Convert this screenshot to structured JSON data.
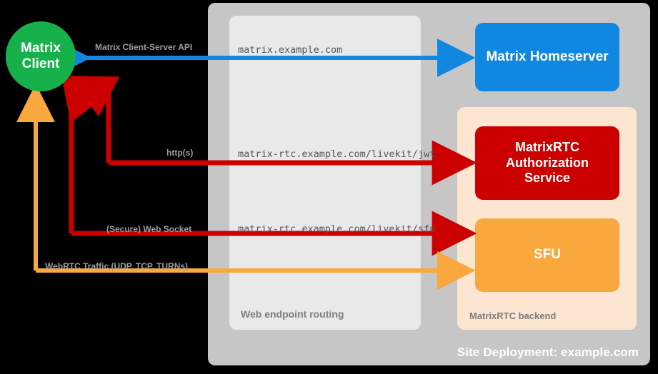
{
  "diagram": {
    "title": "Site Deployment: example.com",
    "site_container": {
      "label": "Site Deployment: example.com",
      "color": "#c6c6c6"
    },
    "routing_container": {
      "label": "Web endpoint routing",
      "color": "#e9e9e9"
    },
    "backend_container": {
      "label": "MatrixRTC backend",
      "color": "#fce6d2"
    },
    "nodes": {
      "client": {
        "line1": "Matrix",
        "line2": "Client",
        "color": "#16b14b"
      },
      "homeserver": {
        "label": "Matrix Homeserver",
        "color": "#1087e0"
      },
      "auth_service": {
        "line1": "MatrixRTC",
        "line2": "Authorization",
        "line3": "Service",
        "color": "#cc0000"
      },
      "sfu": {
        "label": "SFU",
        "color": "#f8a83c"
      }
    },
    "connections": [
      {
        "protocol": "Matrix Client-Server API",
        "endpoint": "matrix.example.com",
        "color": "#1087e0",
        "from": "client",
        "to": "homeserver"
      },
      {
        "protocol": "http(s)",
        "endpoint": "matrix-rtc.example.com/livekit/jwt",
        "color": "#cc0000",
        "from": "client",
        "to": "auth_service"
      },
      {
        "protocol": "(Secure) Web Socket",
        "endpoint": "matrix-rtc.example.com/livekit/sfu",
        "color": "#cc0000",
        "from": "client",
        "to": "sfu"
      },
      {
        "protocol": "WebRTC Traffic (UDP, TCP, TURNs)",
        "endpoint": "",
        "color": "#f8a83c",
        "from": "client",
        "to": "sfu"
      }
    ]
  }
}
